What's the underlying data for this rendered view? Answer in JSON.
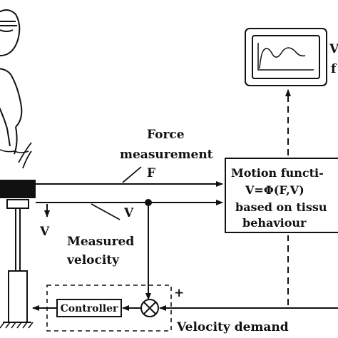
{
  "labels": {
    "force_measurement_line1": "Force",
    "force_measurement_line2": "measurement",
    "force_symbol": "F",
    "velocity_symbol_right": "V",
    "velocity_symbol_down": "V",
    "measured_velocity_line1": "Measured",
    "measured_velocity_line2": "velocity",
    "controller": "Controller",
    "velocity_demand": "Velocity demand",
    "plus_sign": "+",
    "motion_function_line1": "Motion functi-",
    "motion_function_line2": "V=Φ(F,V)",
    "motion_function_line3": "based on tissu",
    "motion_function_line4": "behaviour",
    "monitor_caption_line1": "V",
    "monitor_caption_line2": "f"
  },
  "colors": {
    "ink": "#111111",
    "background": "#ffffff",
    "actuator_head": "#111111"
  },
  "icons": {
    "person": "person-head-sketch",
    "monitor": "monitor-icon",
    "summing_junction": "summing-junction-cross-circle"
  }
}
